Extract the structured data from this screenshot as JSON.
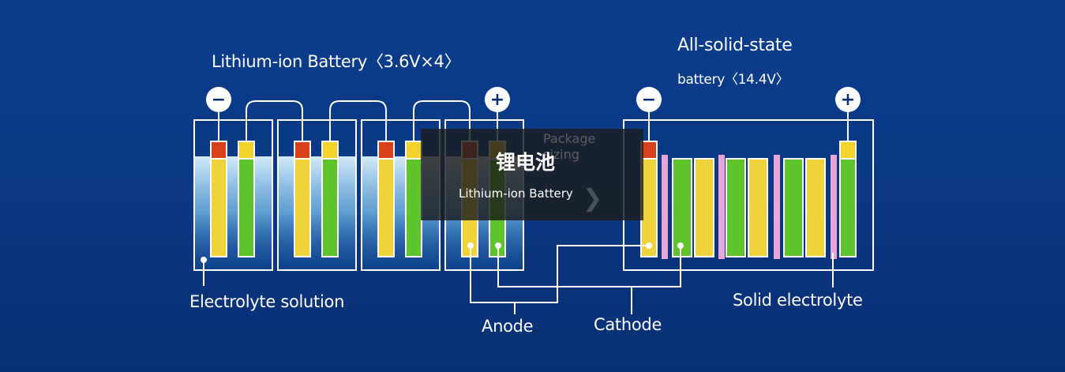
{
  "left": {
    "title": "Lithium-ion Battery〈3.6V×4〉",
    "terminal_negative": "−",
    "terminal_positive": "+",
    "cell_count": 4
  },
  "right": {
    "title_line1": "All-solid-state",
    "title_line2": "battery〈14.4V〉",
    "terminal_negative": "−",
    "terminal_positive": "+"
  },
  "labels": {
    "electrolyte": "Electrolyte solution",
    "anode": "Anode",
    "cathode": "Cathode",
    "solid_electrolyte": "Solid electrolyte"
  },
  "overlay": {
    "faded_text": "Package\nsizing",
    "chinese_title": "锂电池",
    "english_title": "Lithium-ion Battery"
  },
  "colors": {
    "anode_cap": "#d9401c",
    "cathode_cap": "#f2d32b",
    "anode_body": "#f0d33a",
    "cathode_body": "#5fc42b",
    "solid_electrolyte": "#e7a6d8",
    "outline": "#ffffff",
    "background": "#0a3a86"
  }
}
